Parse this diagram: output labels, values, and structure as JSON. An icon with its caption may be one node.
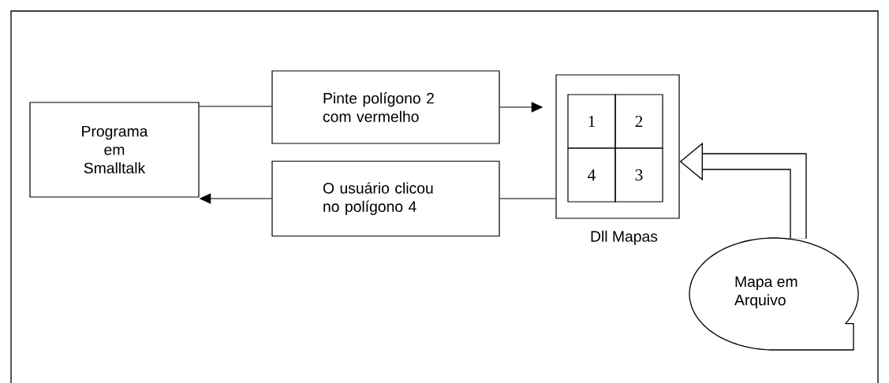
{
  "diagram": {
    "nodes": [
      {
        "text": [
          "Programa em Smalltalk"
        ]
      },
      {
        "text": [
          "Pinte polígono 2 com vermelho"
        ]
      },
      {
        "text": [
          "O usuário clicou no polígono 4"
        ]
      },
      {
        "text": [],
        "shape": "box",
        "beside": [
          "Dll Mapas"
        ]
      },
      {
        "text": [
          "1"
        ],
        "in": 3
      },
      {
        "text": [
          "2"
        ],
        "in": 3
      },
      {
        "text": [
          "4"
        ],
        "in": 3
      },
      {
        "text": [
          "3"
        ],
        "in": 3
      },
      {
        "text": [
          "Mapa em Arquivo"
        ]
      }
    ],
    "edges": [
      {
        "from": 0,
        "to": 1,
        "arrow": "none"
      },
      {
        "from": 1,
        "to": 3,
        "arrow": "to"
      },
      {
        "from": 3,
        "to": 2,
        "arrow": "none"
      },
      {
        "from": 2,
        "to": 0,
        "arrow": "to"
      },
      {
        "from": 8,
        "to": 3,
        "arrow": "to",
        "style": "thick"
      }
    ]
  }
}
